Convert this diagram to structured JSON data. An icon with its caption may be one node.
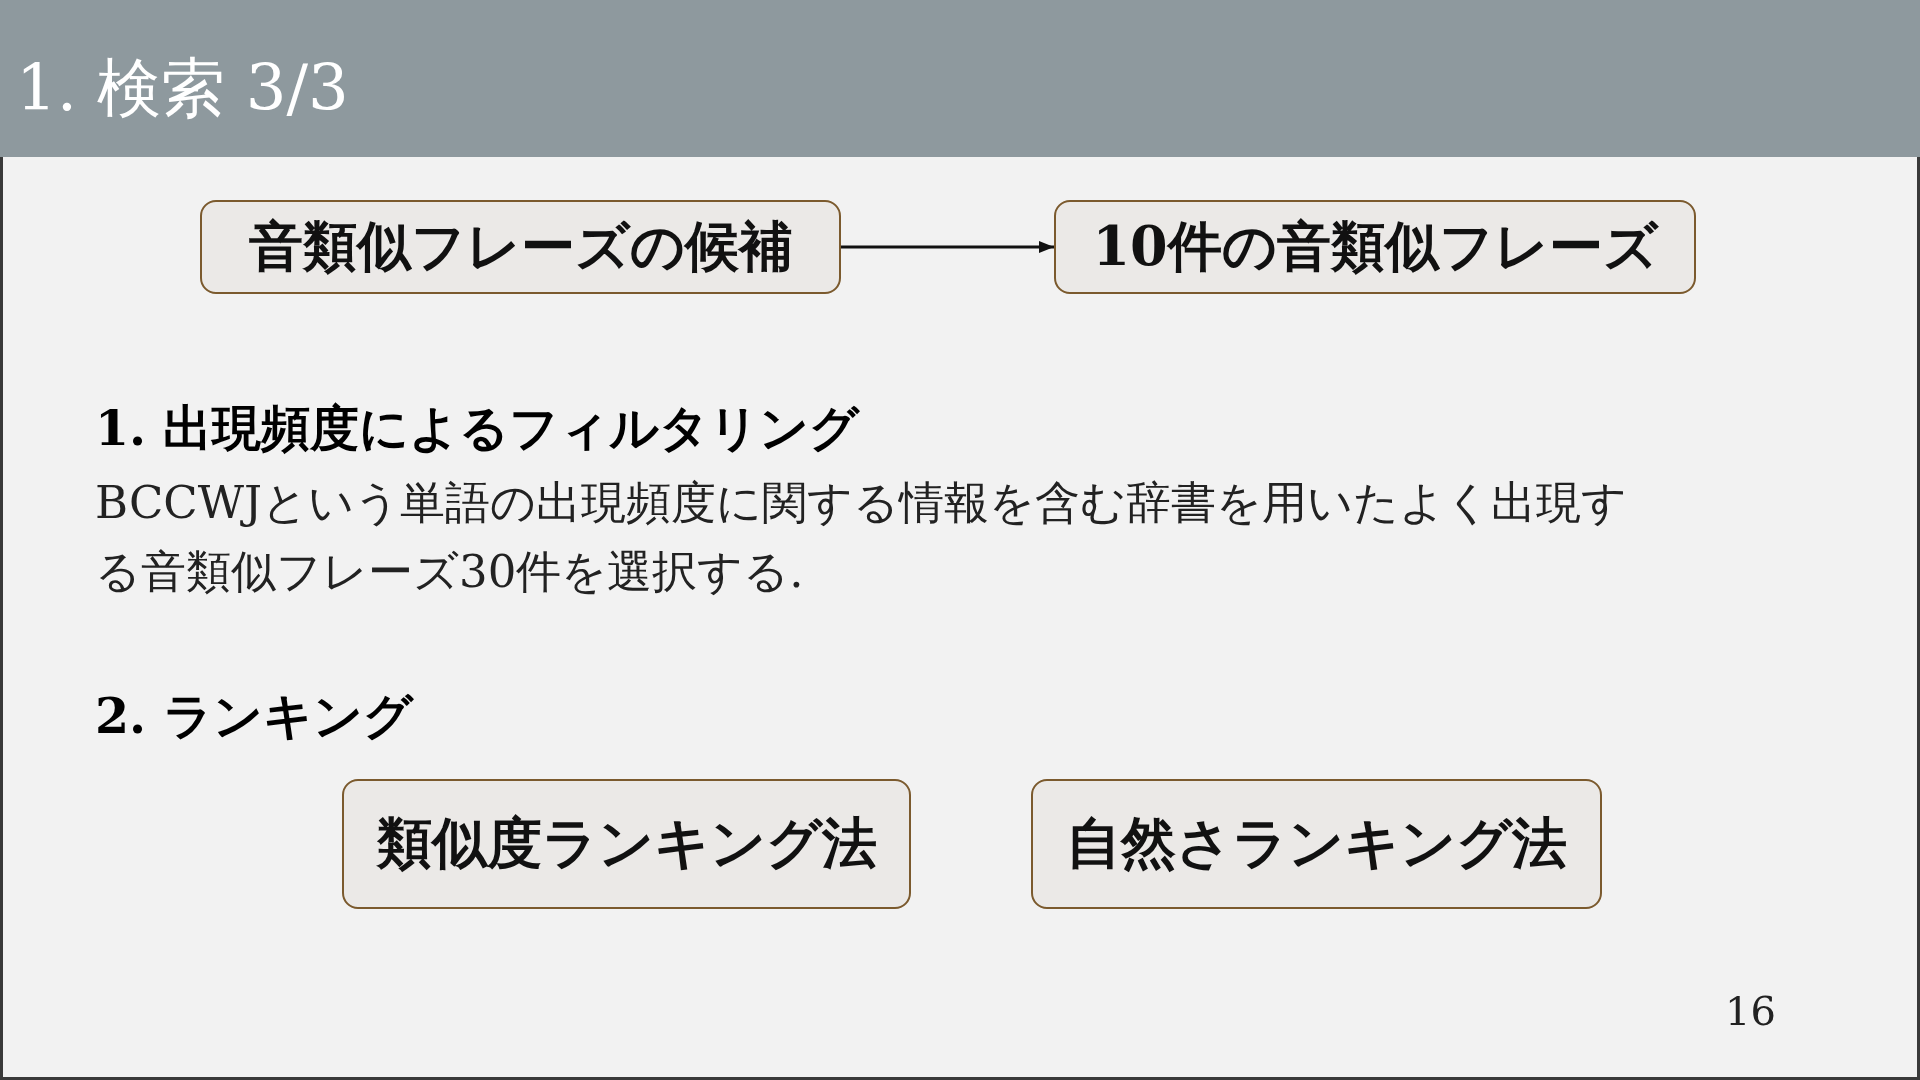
{
  "diagram": {
    "title": "1. 検索 3/3",
    "nodes": [
      {
        "text": [
          "音類似フレーズの候補"
        ]
      },
      {
        "text": [
          "10件の音類似フレーズ"
        ]
      },
      {
        "text": [
          "類似度ランキング法"
        ]
      },
      {
        "text": [
          "自然さランキング法"
        ]
      }
    ],
    "edges": [
      {
        "from": 0,
        "to": 1,
        "arrow": "to"
      }
    ],
    "labels": [
      "1. 出現頻度によるフィルタリング",
      "BCCWJという単語の出現頻度に関する情報を含む辞書を用いたよく出現する音類似フレーズ30件を選択する.",
      "2. ランキング",
      "16"
    ]
  }
}
